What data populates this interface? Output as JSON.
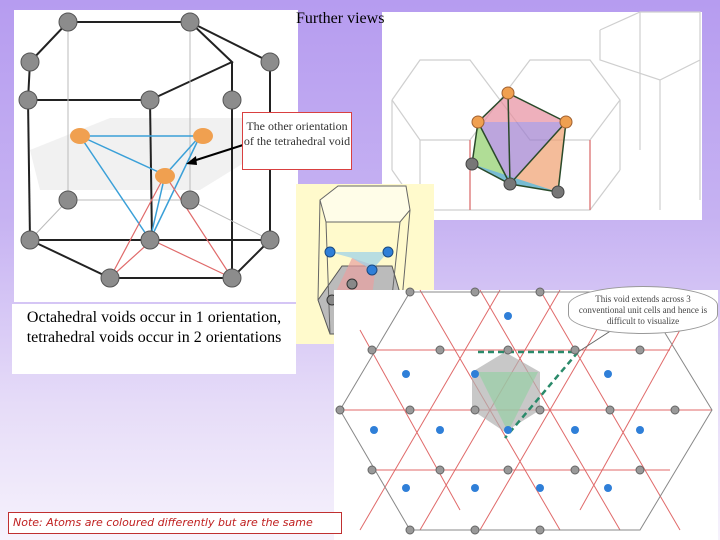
{
  "title": "Further views",
  "tetrahedral_note": "The other orientation of the tetrahedral void",
  "octahedral_text": "Octahedral voids occur in 1 orientation, tetrahedral voids occur in 2 orientations",
  "callout_text": "This void extends across 3 conventional unit cells and hence is difficult to visualize",
  "bottom_note": "Note: Atoms are coloured differently but are the same",
  "colors": {
    "atom_grey": "#8c8c8c",
    "atom_orange": "#f0a050",
    "atom_blue": "#2f7fd8",
    "red_lines": "#e06a6a",
    "blue_lines": "#3aa0d8",
    "green_dash": "#2a8a6a"
  }
}
